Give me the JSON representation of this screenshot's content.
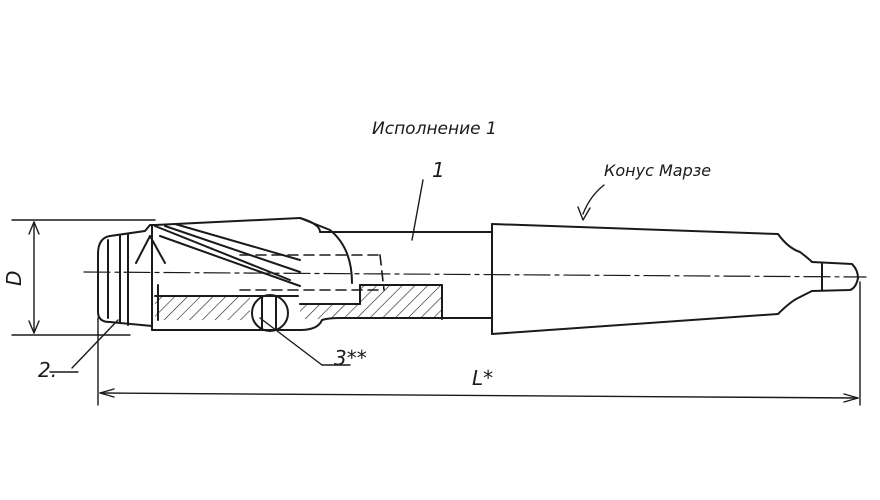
{
  "drawing": {
    "title": "Исполнение 1",
    "labels": {
      "part1": "1",
      "cone": "Конус Марзе",
      "dim_d": "D",
      "part2": "2.",
      "part3": "3**",
      "dim_l": "L*"
    },
    "line_color": "#1a1a1a"
  }
}
